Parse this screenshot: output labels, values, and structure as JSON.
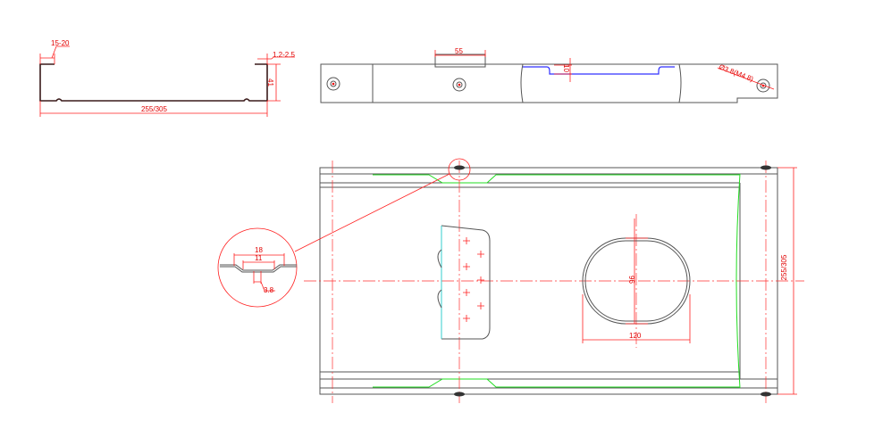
{
  "drawing": {
    "profile_view": {
      "flange_width": "15-20",
      "thickness": "1.2-2.5",
      "height": "41",
      "width": "255/305"
    },
    "side_view": {
      "slot_length": "55",
      "channel_depth": "10",
      "hole_spec": "Ø3.8(M4.8)"
    },
    "detail_view": {
      "outer_width": "18",
      "inner_width": "11",
      "gap": "3.8"
    },
    "plan_view": {
      "opening_height": "96",
      "opening_width": "120",
      "overall_width": "255/305"
    },
    "colors": {
      "dimension": "#ff2020",
      "outline": "#555555",
      "highlight_green": "#22dd22",
      "highlight_blue": "#3030ff"
    }
  }
}
